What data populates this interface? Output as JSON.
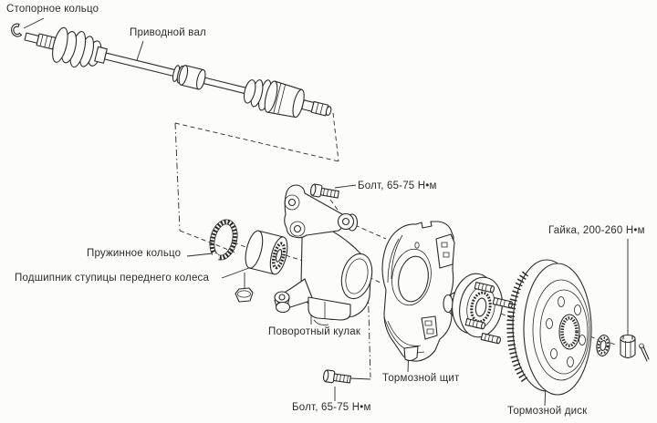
{
  "diagram": {
    "type": "exploded-parts-diagram",
    "subject": "front-wheel-hub-and-drive-shaft-assembly",
    "labels": {
      "lock_ring": "Стопорное кольцо",
      "drive_shaft": "Приводной вал",
      "bolt_top": "Болт, 65-75 Н•м",
      "spring_ring": "Пружинное кольцо",
      "hub_bearing": "Подшипник ступицы переднего колеса",
      "steering_knuckle": "Поворотный кулак",
      "brake_shield": "Тормозной щит",
      "hub_nut": "Гайка, 200-260 Н•м",
      "bolt_bottom": "Болт, 65-75 Н•м",
      "brake_disc": "Тормозной диск"
    },
    "torques": {
      "knuckle_bolts": "65-75 Н•м",
      "hub_nut": "200-260 Н•м"
    },
    "colors": {
      "line": "#2b2b2b",
      "background": "#fcfcfa"
    }
  }
}
